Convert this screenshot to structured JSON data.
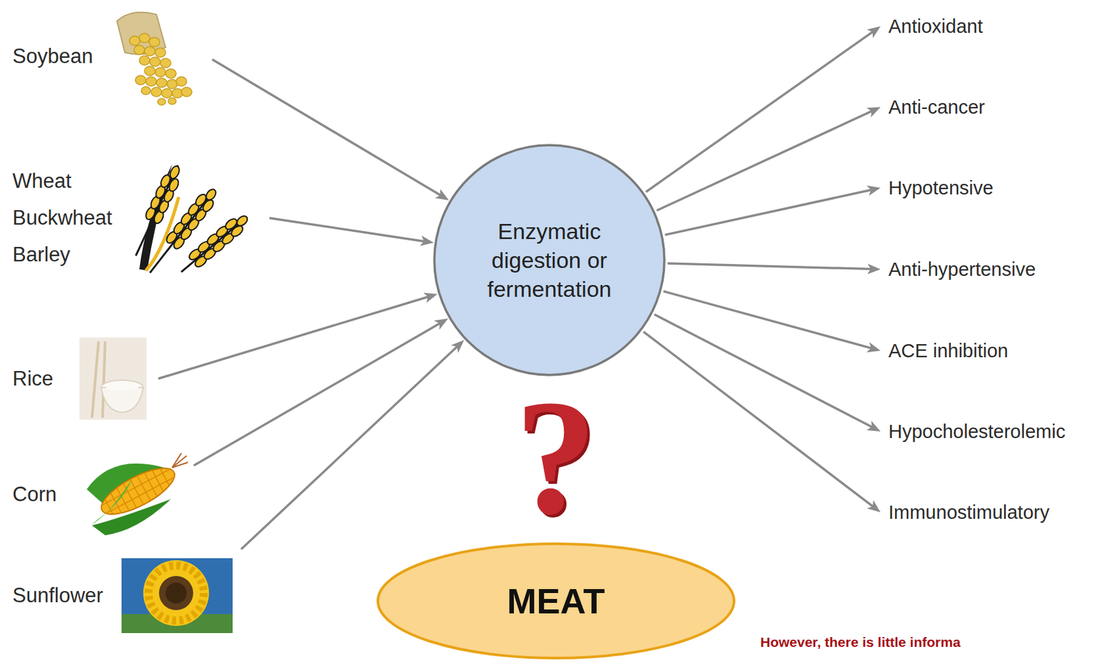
{
  "diagram": {
    "nodes": [
      {
        "text": [
          "Soybean"
        ]
      },
      {
        "text": [
          "Wheat",
          "Buckwheat",
          "Barley"
        ]
      },
      {
        "text": [
          "Rice"
        ]
      },
      {
        "text": [
          "Corn"
        ]
      },
      {
        "text": [
          "Sunflower"
        ]
      },
      {
        "text": [
          "Enzymatic digestion or fermentation"
        ]
      },
      {
        "text": [
          "Antioxidant"
        ]
      },
      {
        "text": [
          "Anti-cancer"
        ]
      },
      {
        "text": [
          "Hypotensive"
        ]
      },
      {
        "text": [
          "Anti-hypertensive"
        ]
      },
      {
        "text": [
          "ACE inhibition"
        ]
      },
      {
        "text": [
          "Hypocholesterolemic"
        ]
      },
      {
        "text": [
          "Immunostimulatory"
        ]
      },
      {
        "text": [
          "MEAT"
        ]
      }
    ],
    "edges": [
      {
        "from": 0,
        "to": 5,
        "arrow": "to"
      },
      {
        "from": 1,
        "to": 5,
        "arrow": "to"
      },
      {
        "from": 2,
        "to": 5,
        "arrow": "to"
      },
      {
        "from": 3,
        "to": 5,
        "arrow": "to"
      },
      {
        "from": 4,
        "to": 5,
        "arrow": "to"
      },
      {
        "from": 5,
        "to": 6,
        "arrow": "to"
      },
      {
        "from": 5,
        "to": 7,
        "arrow": "to"
      },
      {
        "from": 5,
        "to": 8,
        "arrow": "to"
      },
      {
        "from": 5,
        "to": 9,
        "arrow": "to"
      },
      {
        "from": 5,
        "to": 10,
        "arrow": "to"
      },
      {
        "from": 5,
        "to": 11,
        "arrow": "to"
      },
      {
        "from": 5,
        "to": 12,
        "arrow": "to"
      }
    ],
    "labels": [
      "?",
      "However, there is little informa"
    ]
  }
}
